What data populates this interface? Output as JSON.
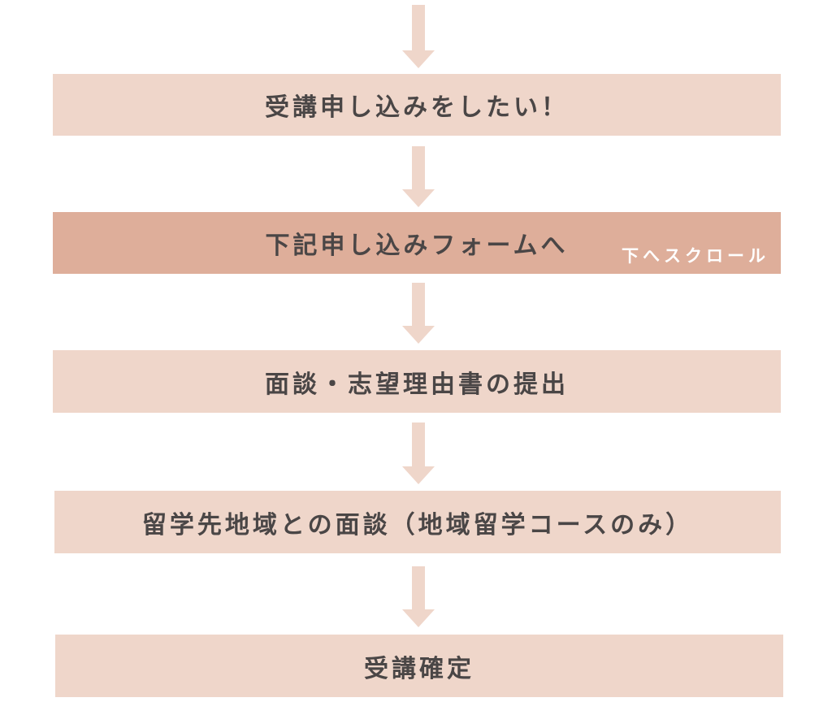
{
  "flow": {
    "steps": [
      {
        "label": "受講申し込みをしたい！"
      },
      {
        "label": "下記申し込みフォームへ",
        "note": "下へスクロール"
      },
      {
        "label": "面談・志望理由書の提出"
      },
      {
        "label": "留学先地域との面談（地域留学コースのみ）"
      },
      {
        "label": "受講確定"
      }
    ]
  },
  "colors": {
    "box": "#efd6ca",
    "highlight_box": "#deae9a",
    "text": "#4a4646",
    "note_text": "#ffffff",
    "arrow": "#efd6ca"
  }
}
